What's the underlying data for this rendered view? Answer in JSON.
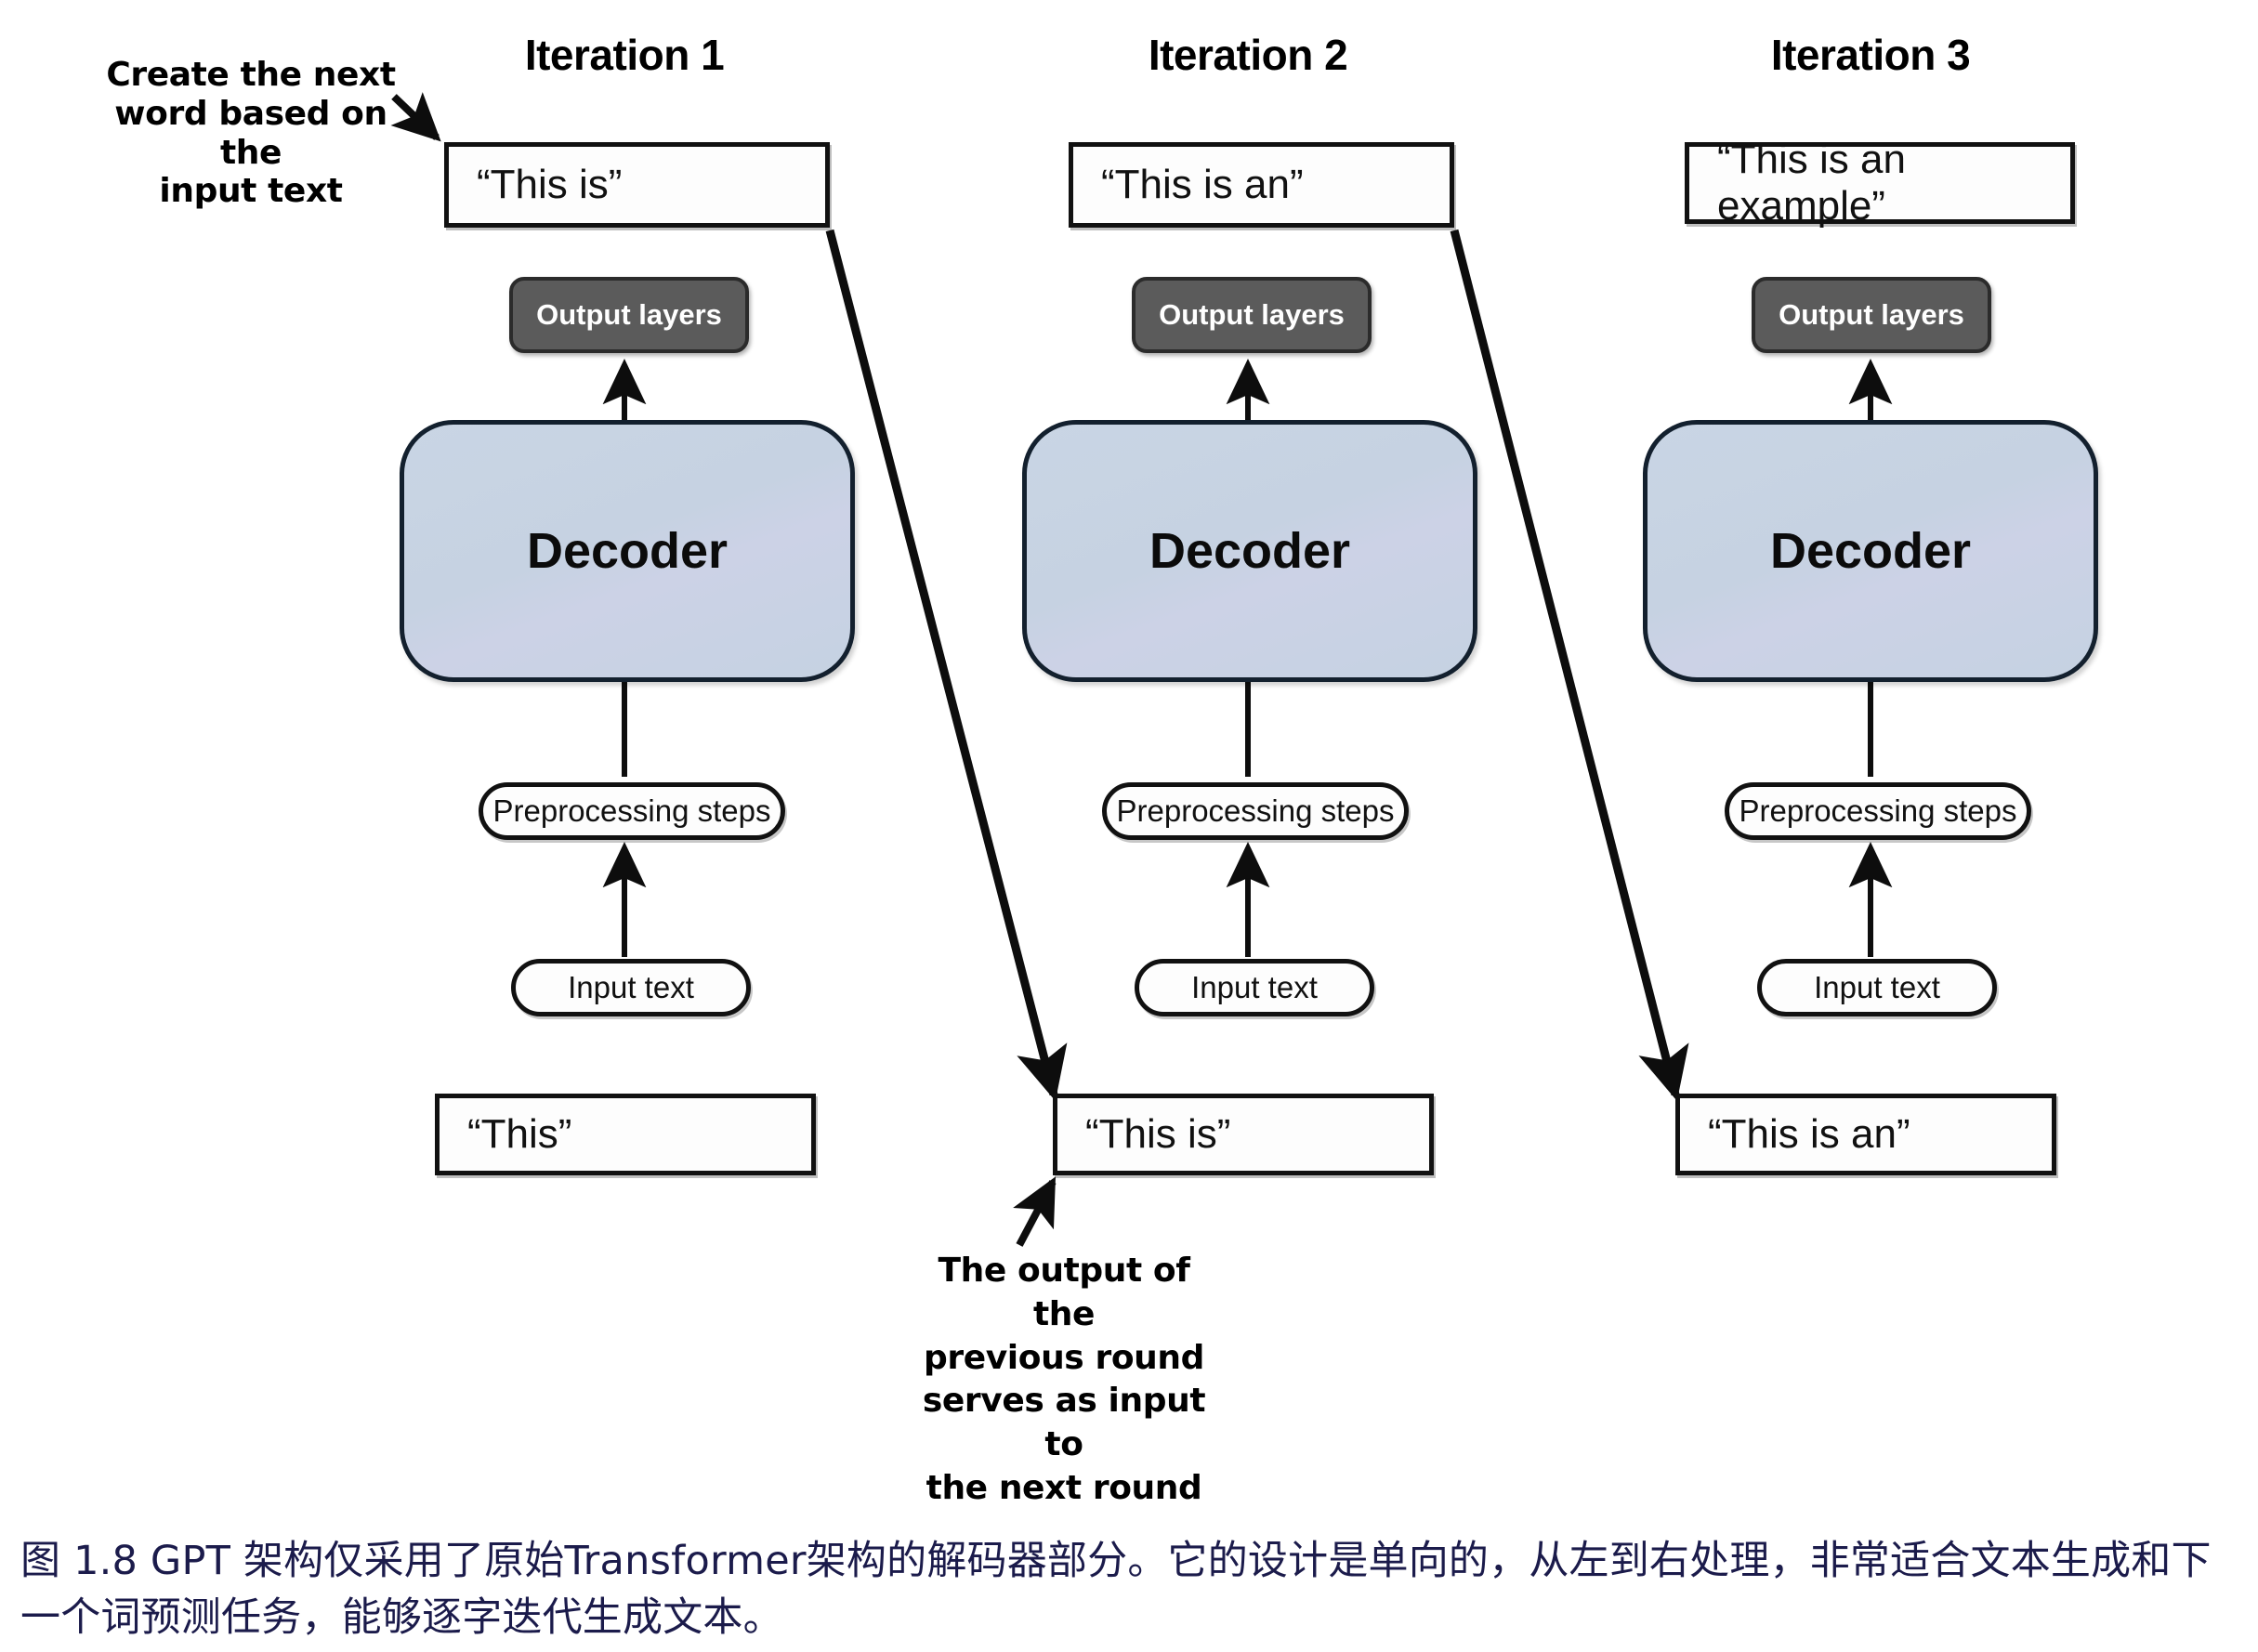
{
  "figure": {
    "caption": "图 1.8  GPT 架构仅采用了原始Transformer架构的解码器部分。它的设计是单向的，从左到右处理，非常适合文本生成和下一个词预测任务，能够逐字迭代生成文本。",
    "caption_color": "#1b1b4b"
  },
  "colors": {
    "decoder_fill": "#c6d3e3",
    "decoder_stroke": "#13202e",
    "output_layers_fill": "#5b5b5b",
    "output_layers_text": "#ffffff",
    "box_stroke": "#111111",
    "background": "#ffffff"
  },
  "annotations": [
    {
      "id": "create-next-word",
      "lines": [
        "Create the next",
        "word based on the",
        "input text"
      ]
    },
    {
      "id": "output-feeds-next",
      "lines": [
        "The output of the",
        "previous round",
        "serves as input to",
        "the next round"
      ]
    }
  ],
  "shared_labels": {
    "output_layers": "Output layers",
    "decoder": "Decoder",
    "preprocessing_steps": "Preprocessing steps",
    "input_text": "Input text"
  },
  "columns": [
    {
      "title": "Iteration 1",
      "output_sentence": "“This is”",
      "input_sentence": "“This”"
    },
    {
      "title": "Iteration 2",
      "output_sentence": "“This is an”",
      "input_sentence": "“This is”"
    },
    {
      "title": "Iteration 3",
      "output_sentence": "“This is an example”",
      "input_sentence": "“This is an”"
    }
  ]
}
